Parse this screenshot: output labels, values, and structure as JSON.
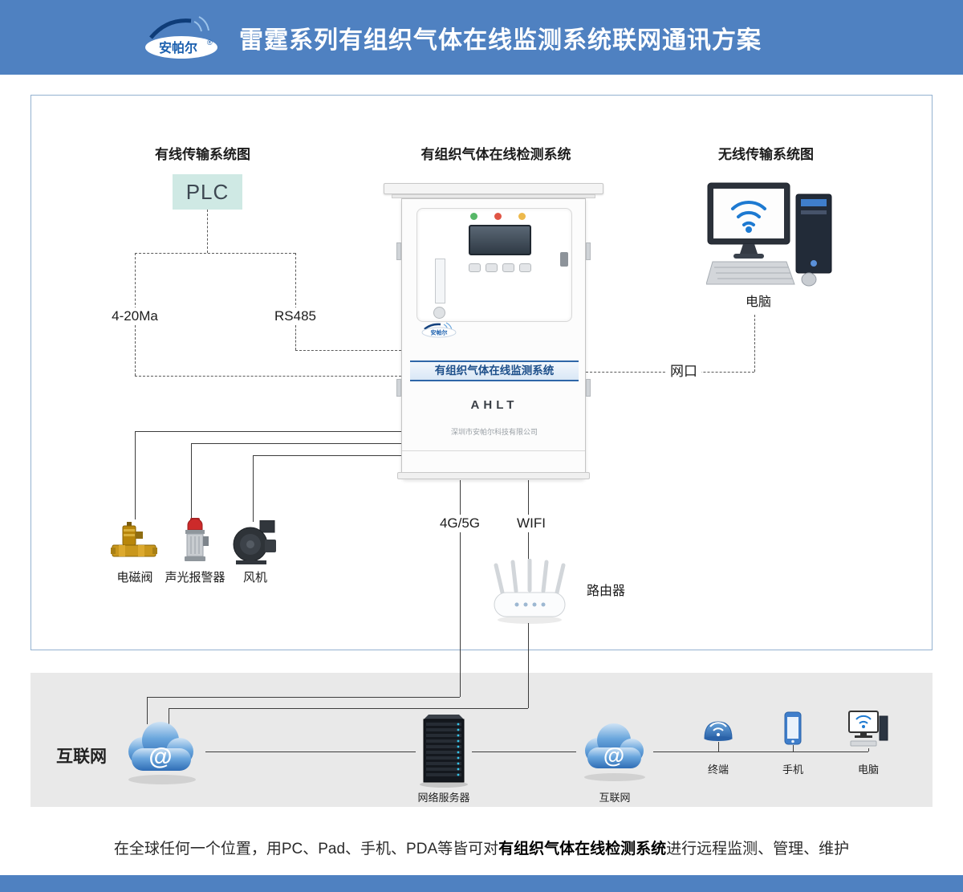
{
  "header": {
    "title": "雷霆系列有组织气体在线监测系统联网通讯方案",
    "logo_text": "安帕尔",
    "logo_reg": "®"
  },
  "sections": {
    "wired": "有线传输系统图",
    "center": "有组织气体在线检测系统",
    "wireless": "无线传输系统图"
  },
  "wired": {
    "plc": "PLC",
    "signal_420": "4-20Ma",
    "signal_rs485": "RS485",
    "devices": [
      {
        "label": "电磁阀"
      },
      {
        "label": "声光报警器"
      },
      {
        "label": "风机"
      }
    ]
  },
  "cabinet": {
    "banner": "有组织气体在线监测系统",
    "brand": "AHLT",
    "company": "深圳市安帕尔科技有限公司",
    "logo_text": "安帕尔"
  },
  "wireless": {
    "pc_label": "电脑",
    "port_label": "网口"
  },
  "downlink": {
    "cellular": "4G/5G",
    "wifi": "WIFI",
    "router": "路由器"
  },
  "internet_band": {
    "label": "互联网",
    "cloud1_symbol": "@",
    "server_label": "网络服务器",
    "cloud2_symbol": "@",
    "cloud2_label": "互联网",
    "endpoints": [
      {
        "label": "终端"
      },
      {
        "label": "手机"
      },
      {
        "label": "电脑"
      }
    ]
  },
  "footer": {
    "prefix": "在全球任何一个位置，用PC、Pad、手机、PDA等皆可对",
    "highlight": "有组织气体在线检测系统",
    "suffix": "进行远程监测、管理、维护"
  },
  "colors": {
    "header_blue": "#4f81c1",
    "plc_bg": "#cfe9e4",
    "band_gray": "#e9e9e9",
    "frame_border": "#93b1d0",
    "accent_blue": "#2f6db5"
  },
  "icons": {
    "brand-logo": "ellipse-swoosh",
    "wifi-icon": "arcs",
    "solenoid-valve-icon": "valve",
    "alarm-icon": "beacon",
    "fan-icon": "blower",
    "router-icon": "router-antennas",
    "cloud-icon": "cloud-at",
    "server-icon": "rack",
    "terminal-icon": "dome",
    "phone-icon": "smartphone",
    "computer-icon": "monitor"
  }
}
